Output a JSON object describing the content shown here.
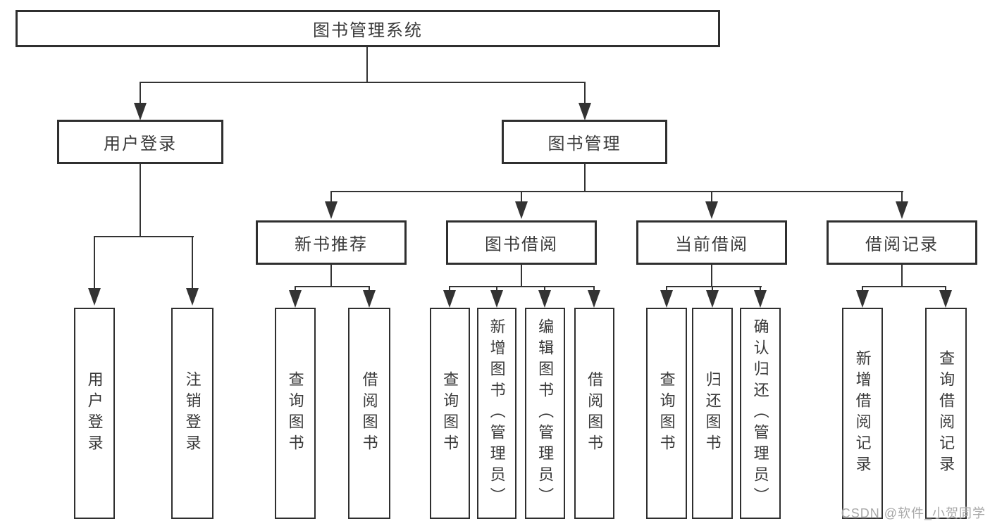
{
  "tree": {
    "root": {
      "label": "图书管理系统"
    },
    "branches": [
      {
        "label": "用户登录",
        "children": [
          {
            "label": "用户登录"
          },
          {
            "label": "注销登录"
          }
        ]
      },
      {
        "label": "图书管理",
        "children": [
          {
            "label": "新书推荐",
            "children": [
              {
                "label": "查询图书"
              },
              {
                "label": "借阅图书"
              }
            ]
          },
          {
            "label": "图书借阅",
            "children": [
              {
                "label": "查询图书"
              },
              {
                "label": "新增图书（管理员）"
              },
              {
                "label": "编辑图书（管理员）"
              },
              {
                "label": "借阅图书"
              }
            ]
          },
          {
            "label": "当前借阅",
            "children": [
              {
                "label": "查询图书"
              },
              {
                "label": "归还图书"
              },
              {
                "label": "确认归还（管理员）"
              }
            ]
          },
          {
            "label": "借阅记录",
            "children": [
              {
                "label": "新增借阅记录"
              },
              {
                "label": "查询借阅记录"
              }
            ]
          }
        ]
      }
    ]
  },
  "watermark": {
    "text": "CSDN @软件_小贺同学"
  },
  "colors": {
    "line": "#333333",
    "border": "#2f2f2f",
    "text": "#3a3a3a",
    "watermark_text": "#a8a8a8",
    "background": "#ffffff"
  }
}
